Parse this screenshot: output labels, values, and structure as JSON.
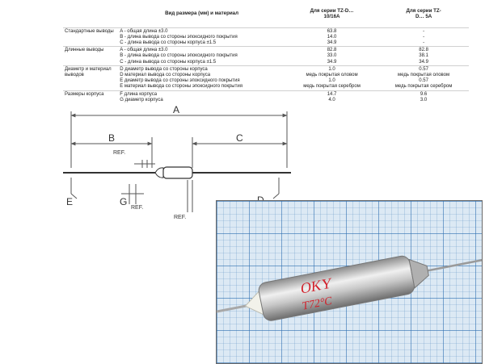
{
  "table": {
    "header": {
      "dimension": "Вид размера (мм) и материал",
      "col1": "Для серии TZ-D… 10/16А",
      "col2": "Для серии TZ-D… 5А"
    },
    "groups": [
      {
        "name": "Стандартные выводы",
        "rows": [
          {
            "label": "A - общая длина ±3.0",
            "v1": "63.8",
            "v2": "-"
          },
          {
            "label": "B - длина вывода со стороны эпоксидного покрытия",
            "v1": "14.0",
            "v2": "-"
          },
          {
            "label": "C - длина вывода со стороны корпуса ±1.5",
            "v1": "34.9",
            "v2": "-"
          }
        ]
      },
      {
        "name": "Длинные выводы",
        "rows": [
          {
            "label": "A - общая длина ±3.0",
            "v1": "82.8",
            "v2": "82.8"
          },
          {
            "label": "B - длина вывода со стороны эпоксидного покрытия",
            "v1": "33.0",
            "v2": "38.1"
          },
          {
            "label": "C - длина вывода со стороны корпуса ±1.5",
            "v1": "34.9",
            "v2": "34.9"
          }
        ]
      },
      {
        "name": "Диаметр и материал выводов",
        "rows": [
          {
            "label": "D диаметр вывода со стороны корпуса",
            "v1": "1.0",
            "v2": "0.57"
          },
          {
            "label": "D материал вывода со стороны корпуса",
            "v1": "медь покрытая оловом",
            "v2": "медь покрытая оловом"
          },
          {
            "label": "E диаметр вывода со стороны эпоксидного покрытия",
            "v1": "1.0",
            "v2": "0.57"
          },
          {
            "label": "E материал вывода со стороны эпоксидного покрытия",
            "v1": "медь покрытая серебром",
            "v2": "медь покрытая серебром"
          }
        ]
      },
      {
        "name": "Размеры корпуса",
        "rows": [
          {
            "label": "F длина корпуса",
            "v1": "14.7",
            "v2": "9.6"
          },
          {
            "label": "G диаметр корпуса",
            "v1": "4.0",
            "v2": "3.0"
          }
        ]
      }
    ]
  },
  "diagram": {
    "labels": {
      "A": "A",
      "B": "B",
      "C": "C",
      "D": "D",
      "E": "E",
      "G": "G"
    },
    "ref1": "REF.",
    "ref2": "REF.",
    "ref3": "REF."
  },
  "photo": {
    "marking1": "OKY",
    "marking2": "T72°C"
  },
  "colors": {
    "dimension_line": "#555555",
    "grid_background": "#dce9f4",
    "grid_line": "#6a9ac8",
    "marking": "#d2202a"
  }
}
